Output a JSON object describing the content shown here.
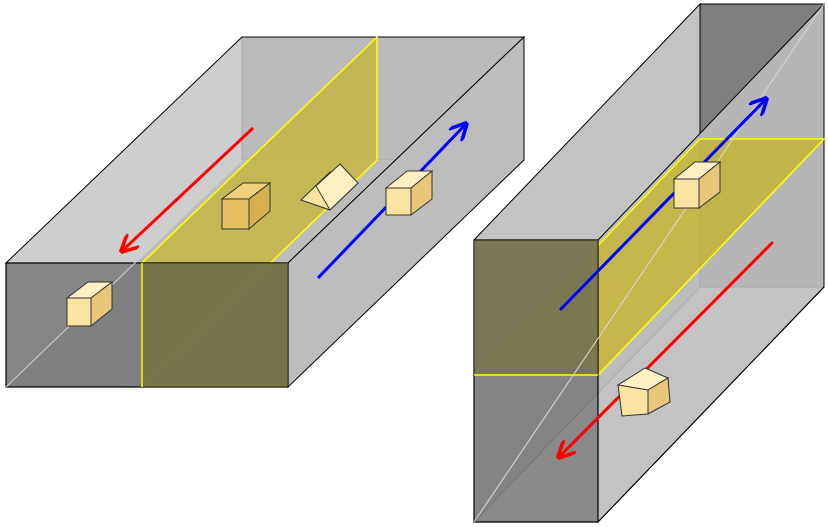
{
  "figure": {
    "panels": [
      {
        "id": "horizontal-channel",
        "orientation": "horizontal",
        "vehicle_count": 4
      },
      {
        "id": "vertical-channel",
        "orientation": "vertical",
        "vehicle_count": 2
      }
    ],
    "colors": {
      "background": "#ffffff",
      "box_face_dark": "#7f7f7f",
      "box_face_mid": "#9a9a9a",
      "box_face_light": "#c0c0c0",
      "edge": "#000000",
      "plane_fill": "#c8b400",
      "plane_edge": "#ffff00",
      "vehicle_front": "#fbe3a2",
      "vehicle_side": "#e9c77a",
      "vehicle_top": "#fff0c4",
      "arrow_forward": "#0000ff",
      "arrow_backward": "#ff0000"
    },
    "arrows": [
      {
        "panel": "horizontal-channel",
        "direction": "backward",
        "color": "red"
      },
      {
        "panel": "horizontal-channel",
        "direction": "forward",
        "color": "blue"
      },
      {
        "panel": "vertical-channel",
        "direction": "forward",
        "color": "blue"
      },
      {
        "panel": "vertical-channel",
        "direction": "backward",
        "color": "red"
      }
    ]
  }
}
